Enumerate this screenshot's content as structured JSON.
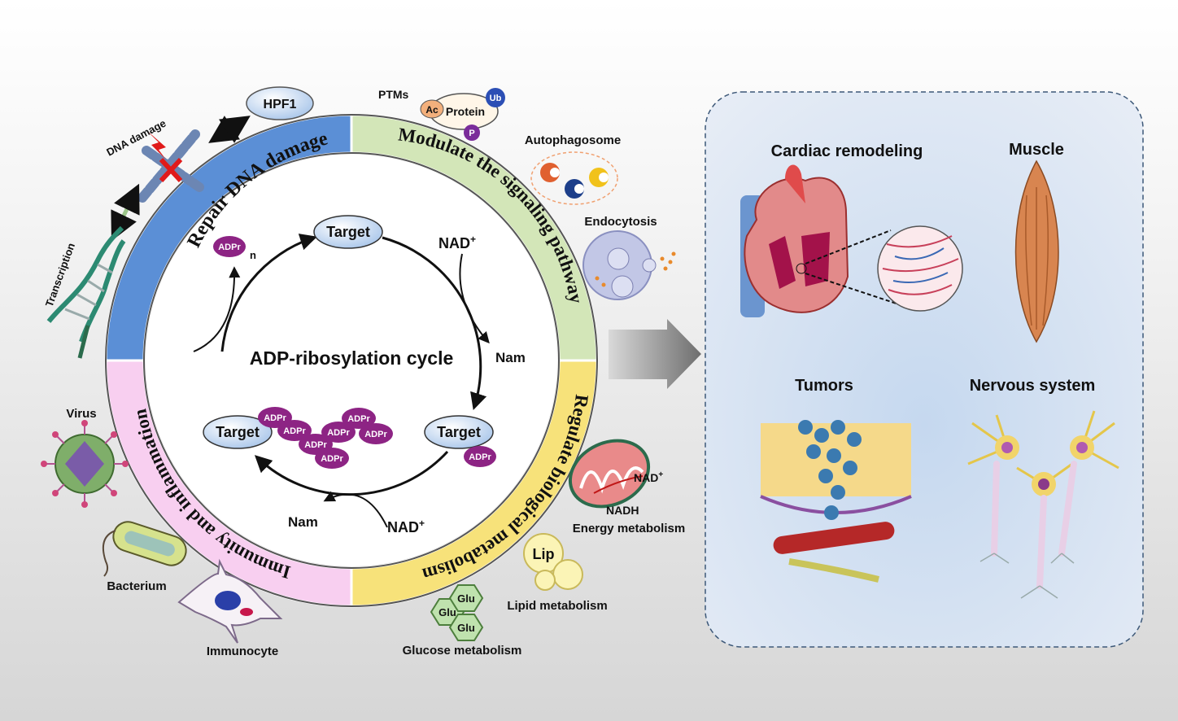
{
  "title": "ADP-ribosylation cycle",
  "cycle": {
    "target": "Target",
    "adpr": "ADPr",
    "adpr_n_sub": "n",
    "nad": "NAD",
    "nad_sup": "+",
    "nam": "Nam"
  },
  "ring": {
    "repair": "Repair DNA damage",
    "modulate": "Modulate the signaling pathway",
    "regulate": "Regulate biological metabolism",
    "immunity": "Immunity and inflammation",
    "colors": {
      "repair": "#5b8fd6",
      "modulate": "#d3e6b8",
      "regulate": "#f7e27a",
      "immunity": "#f8cff0"
    }
  },
  "satellites": {
    "dna_damage": "DNA damage",
    "transcription": "Transcription",
    "hpf1": "HPF1",
    "ptms": "PTMs",
    "protein": "Protein",
    "ac": "Ac",
    "ub": "Ub",
    "p": "P",
    "autophagosome": "Autophagosome",
    "endocytosis": "Endocytosis",
    "energy_metabolism": "Energy metabolism",
    "nadh": "NADH",
    "lipid_metabolism": "Lipid metabolism",
    "lip": "Lip",
    "glucose_metabolism": "Glucose metabolism",
    "glu": "Glu",
    "virus": "Virus",
    "bacterium": "Bacterium",
    "immunocyte": "Immunocyte"
  },
  "panel": {
    "cardiac": "Cardiac remodeling",
    "muscle": "Muscle",
    "tumors": "Tumors",
    "nervous": "Nervous system"
  }
}
